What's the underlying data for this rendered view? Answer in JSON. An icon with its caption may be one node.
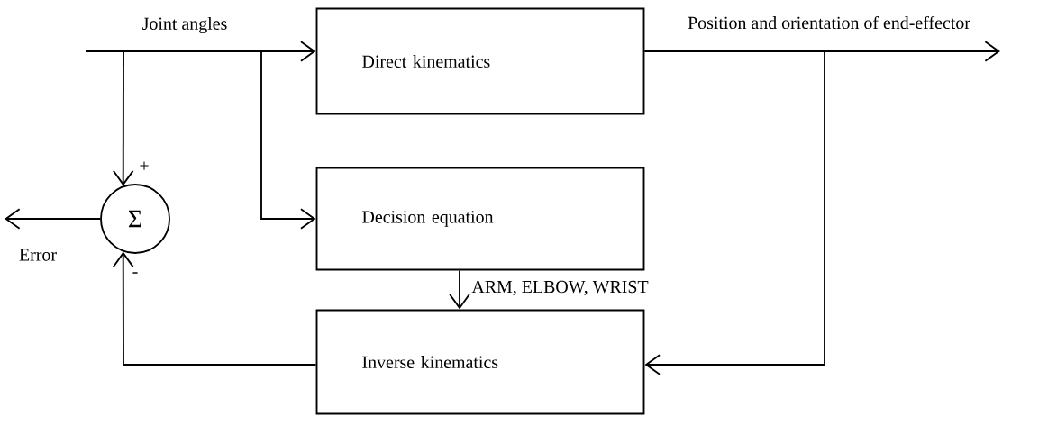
{
  "diagram": {
    "nodes": [
      {
        "text": [
          "Direct kinematics"
        ]
      },
      {
        "text": [
          "Decision equation"
        ]
      },
      {
        "text": [
          "Inverse kinematics"
        ]
      },
      {
        "text": [
          "Σ"
        ]
      }
    ],
    "edges": [
      {
        "from": null,
        "to": 0,
        "arrow": "to",
        "label": "Joint angles"
      },
      {
        "from": null,
        "to": 3,
        "arrow": "to"
      },
      {
        "from": null,
        "to": 1,
        "arrow": "to"
      },
      {
        "from": 0,
        "to": null,
        "arrow": "to",
        "label": "Position and orientation of end-effector"
      },
      {
        "from": 0,
        "to": 2,
        "arrow": "to"
      },
      {
        "from": 1,
        "to": 2,
        "arrow": "to",
        "label": "ARM, ELBOW, WRIST"
      },
      {
        "from": 2,
        "to": 3,
        "arrow": "to"
      },
      {
        "from": 3,
        "to": null,
        "arrow": "to",
        "label": "Error"
      }
    ],
    "labels": [
      "+",
      "-"
    ]
  }
}
